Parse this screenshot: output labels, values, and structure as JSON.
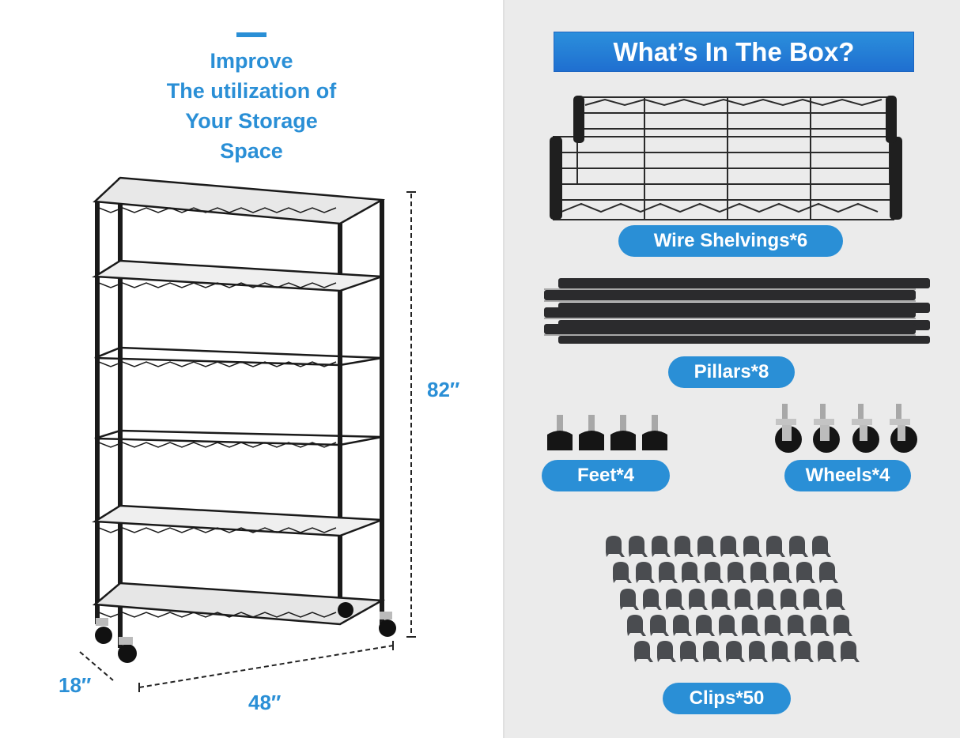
{
  "left_panel": {
    "headline": [
      "Improve",
      "The utilization of",
      "Your Storage",
      "Space"
    ],
    "dimensions": {
      "height": "82″",
      "width": "48″",
      "depth": "18″"
    },
    "shelf_tiers": 6
  },
  "right_panel": {
    "title": "What’s In The Box?",
    "items": [
      {
        "label": "Wire Shelvings*6",
        "icon": "wire-shelf-icon"
      },
      {
        "label": "Pillars*8",
        "icon": "pillar-icon"
      },
      {
        "label": "Feet*4",
        "icon": "leveling-foot-icon"
      },
      {
        "label": "Wheels*4",
        "icon": "caster-wheel-icon"
      },
      {
        "label": "Clips*50",
        "icon": "clip-icon"
      }
    ]
  },
  "colors": {
    "accent_blue": "#2a8fd6",
    "title_blue_top": "#2b8fdc",
    "title_blue_bottom": "#1f6fd0",
    "right_bg": "#ebebeb",
    "product_black": "#1a1a1a"
  }
}
